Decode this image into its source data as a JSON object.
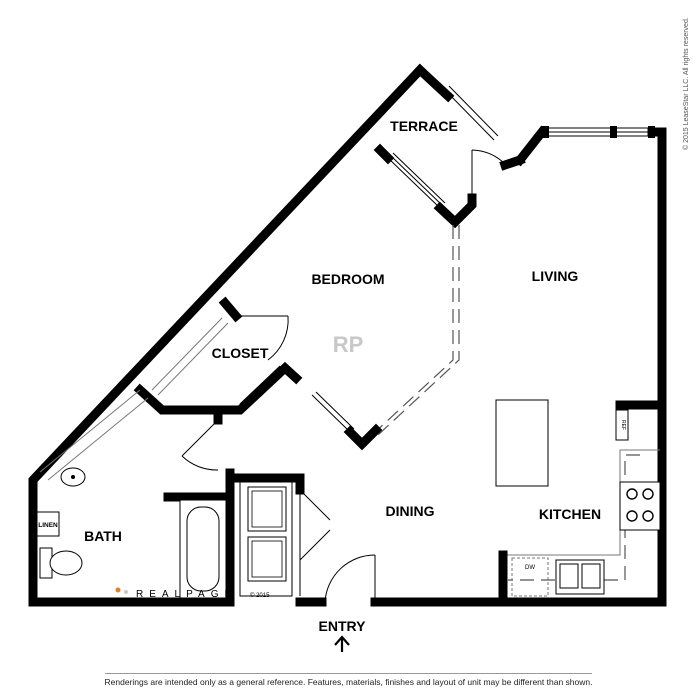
{
  "rooms": {
    "terrace": "TERRACE",
    "bedroom": "BEDROOM",
    "living": "LIVING",
    "closet": "CLOSET",
    "dining": "DINING",
    "kitchen": "KITCHEN",
    "bath": "BATH",
    "linen": "LINEN",
    "entry": "ENTRY"
  },
  "fixtures": {
    "dishwasher": "DW",
    "refrigerator": "REF"
  },
  "footer_note": "Renderings are intended only as a general reference. Features, materials, finishes and layout of unit may be different than shown.",
  "copyright": "© 2015 LeaseStar LLC. All rights reserved.",
  "watermark_brand": "REALPAGE",
  "watermark_year": "© 2015",
  "colors": {
    "wall": "#000000",
    "fixture_line": "#777777",
    "watermark": "#c8c8c8"
  }
}
